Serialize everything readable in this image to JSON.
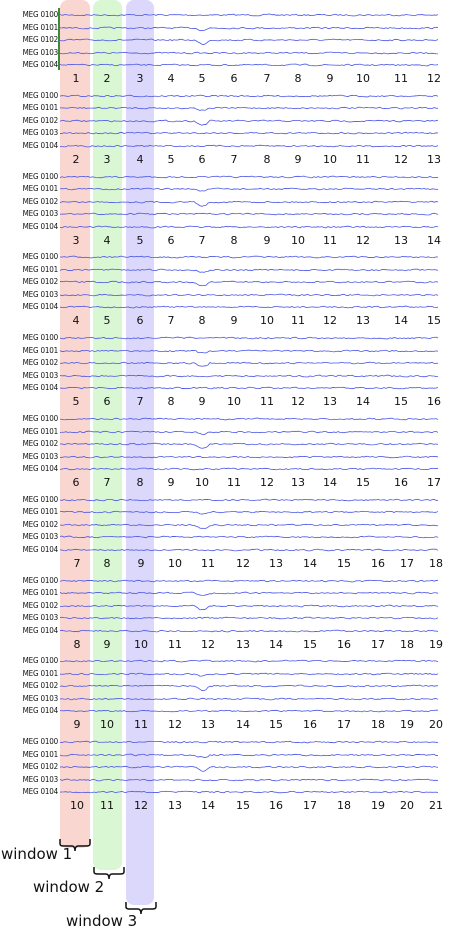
{
  "channels": [
    "MEG 0100",
    "MEG 0101",
    "MEG 0102",
    "MEG 0103",
    "MEG 0104"
  ],
  "panel_count": 10,
  "ticks_per_panel": 12,
  "windows": [
    {
      "label": "window 1",
      "color": "#f9d6d0",
      "first_index": 1
    },
    {
      "label": "window 2",
      "color": "#daf7d3",
      "first_index": 2
    },
    {
      "label": "window 3",
      "color": "#dcd8fb",
      "first_index": 3
    }
  ],
  "colors": {
    "trace": "#4a55e6",
    "brace": "#111111",
    "channel_marker": "#3a8a3a"
  },
  "panels": [
    {
      "ticks": [
        "1",
        "2",
        "3",
        "4",
        "5",
        "6",
        "7",
        "8",
        "9",
        "10",
        "11",
        "12"
      ]
    },
    {
      "ticks": [
        "2",
        "3",
        "4",
        "5",
        "6",
        "7",
        "8",
        "9",
        "10",
        "11",
        "12",
        "13"
      ]
    },
    {
      "ticks": [
        "3",
        "4",
        "5",
        "6",
        "7",
        "8",
        "9",
        "10",
        "11",
        "12",
        "13",
        "14"
      ]
    },
    {
      "ticks": [
        "4",
        "5",
        "6",
        "7",
        "8",
        "9",
        "10",
        "11",
        "12",
        "13",
        "14",
        "15"
      ]
    },
    {
      "ticks": [
        "5",
        "6",
        "7",
        "8",
        "9",
        "10",
        "11",
        "12",
        "13",
        "14",
        "15",
        "16"
      ]
    },
    {
      "ticks": [
        "6",
        "7",
        "8",
        "9",
        "10",
        "11",
        "12",
        "13",
        "14",
        "15",
        "16",
        "17"
      ]
    },
    {
      "ticks": [
        "7",
        "8",
        "9",
        "10",
        "11",
        "12",
        "13",
        "14",
        "15",
        "16",
        "17",
        "18"
      ]
    },
    {
      "ticks": [
        "8",
        "9",
        "10",
        "11",
        "12",
        "13",
        "14",
        "15",
        "16",
        "17",
        "18",
        "19"
      ]
    },
    {
      "ticks": [
        "9",
        "10",
        "11",
        "12",
        "13",
        "14",
        "15",
        "16",
        "17",
        "18",
        "19",
        "20"
      ]
    },
    {
      "ticks": [
        "10",
        "11",
        "12",
        "13",
        "14",
        "15",
        "16",
        "17",
        "18",
        "19",
        "20",
        "21"
      ]
    }
  ]
}
